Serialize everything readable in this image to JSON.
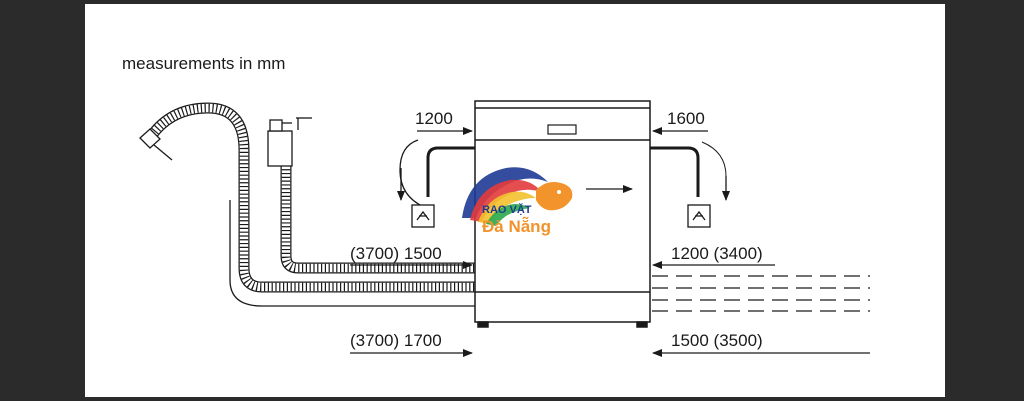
{
  "caption": "measurements in mm",
  "labels": {
    "top_left": "1200",
    "top_right": "1600",
    "mid_left": "(3700) 1500",
    "mid_right": "1200 (3400)",
    "bottom_left": "(3700) 1700",
    "bottom_right": "1500 (3500)"
  },
  "watermark": {
    "line1": "RAO VẶT",
    "line2": "Đà Nẵng"
  },
  "colors": {
    "background": "#2b2b2b",
    "paper": "#ffffff",
    "lines": "#1a1a1a"
  }
}
